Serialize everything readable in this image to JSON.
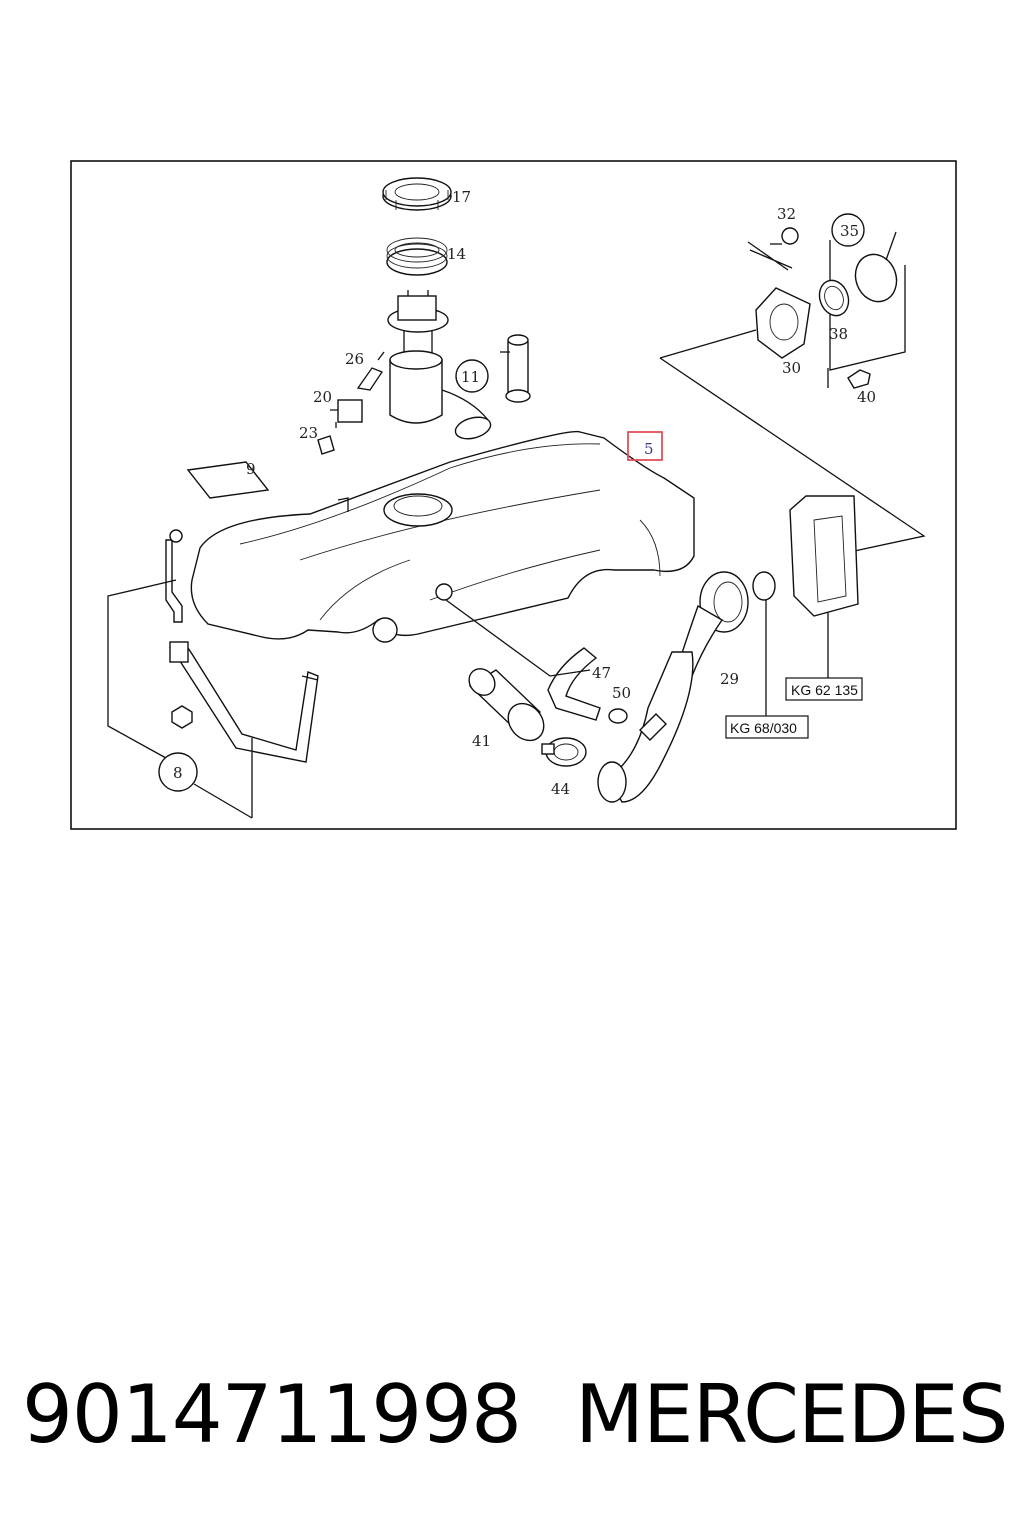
{
  "diagram": {
    "callouts": {
      "c17": "17",
      "c14": "14",
      "c11": "11",
      "c26": "26",
      "c20": "20",
      "c23": "23",
      "c9": "9",
      "c5": "5",
      "c32": "32",
      "c35": "35",
      "c38": "38",
      "c30": "30",
      "c40": "40",
      "c47": "47",
      "c50": "50",
      "c29": "29",
      "c41": "41",
      "c44": "44",
      "c8": "8"
    },
    "refs": {
      "kg62": "KG 62 135",
      "kg68": "KG 68/030"
    },
    "highlight_color": "#e0505a"
  },
  "footer": {
    "part_number": "9014711998",
    "brand": "MERCEDES"
  }
}
